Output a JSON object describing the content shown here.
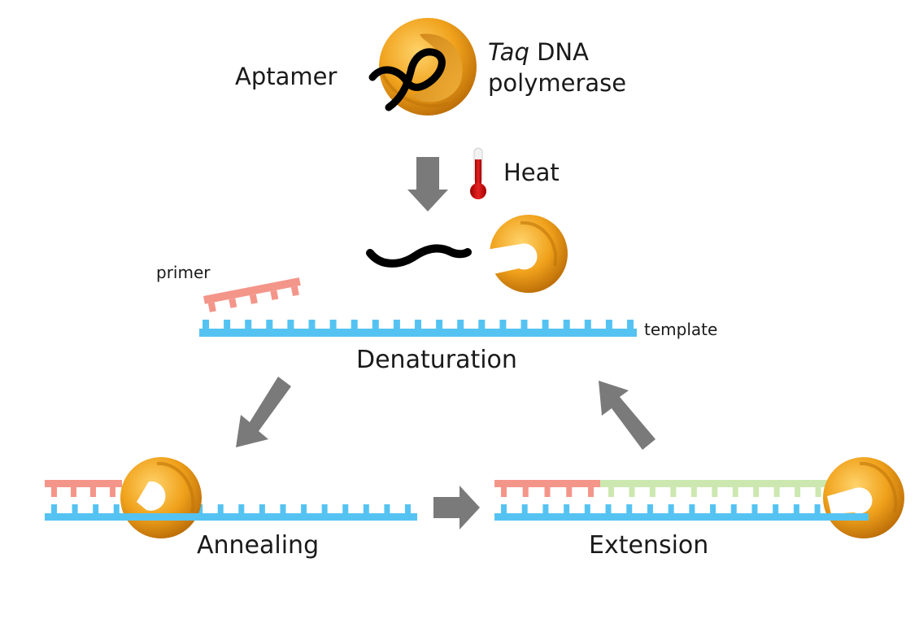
{
  "title": "Aptamer-based hot-start PCR cycle",
  "labels": {
    "aptamer": "Aptamer",
    "polymerase_italic": "Taq",
    "polymerase_rest": " DNA",
    "polymerase_line2": "polymerase",
    "heat": "Heat",
    "primer": "primer",
    "template": "template",
    "denaturation": "Denaturation",
    "annealing": "Annealing",
    "extension": "Extension"
  },
  "colors": {
    "template_strand": "#55c3f2",
    "primer_strand": "#f4958a",
    "extended_strand": "#cce8b0",
    "polymerase": "#f0a21c",
    "aptamer": "#000000",
    "arrow": "#7a7a7a",
    "thermometer": "#cc1111"
  },
  "icons": {
    "heat": "thermometer-icon",
    "enzyme": "polymerase-icon",
    "aptamer": "aptamer-strand-icon"
  },
  "strands": {
    "denaturation_template_teeth": 21,
    "denaturation_primer_teeth": 5,
    "annealing_template_teeth": 18,
    "annealing_primer_teeth": 4,
    "extension_template_teeth": 18,
    "extension_primer_teeth": 5,
    "extension_new_teeth": 12
  }
}
